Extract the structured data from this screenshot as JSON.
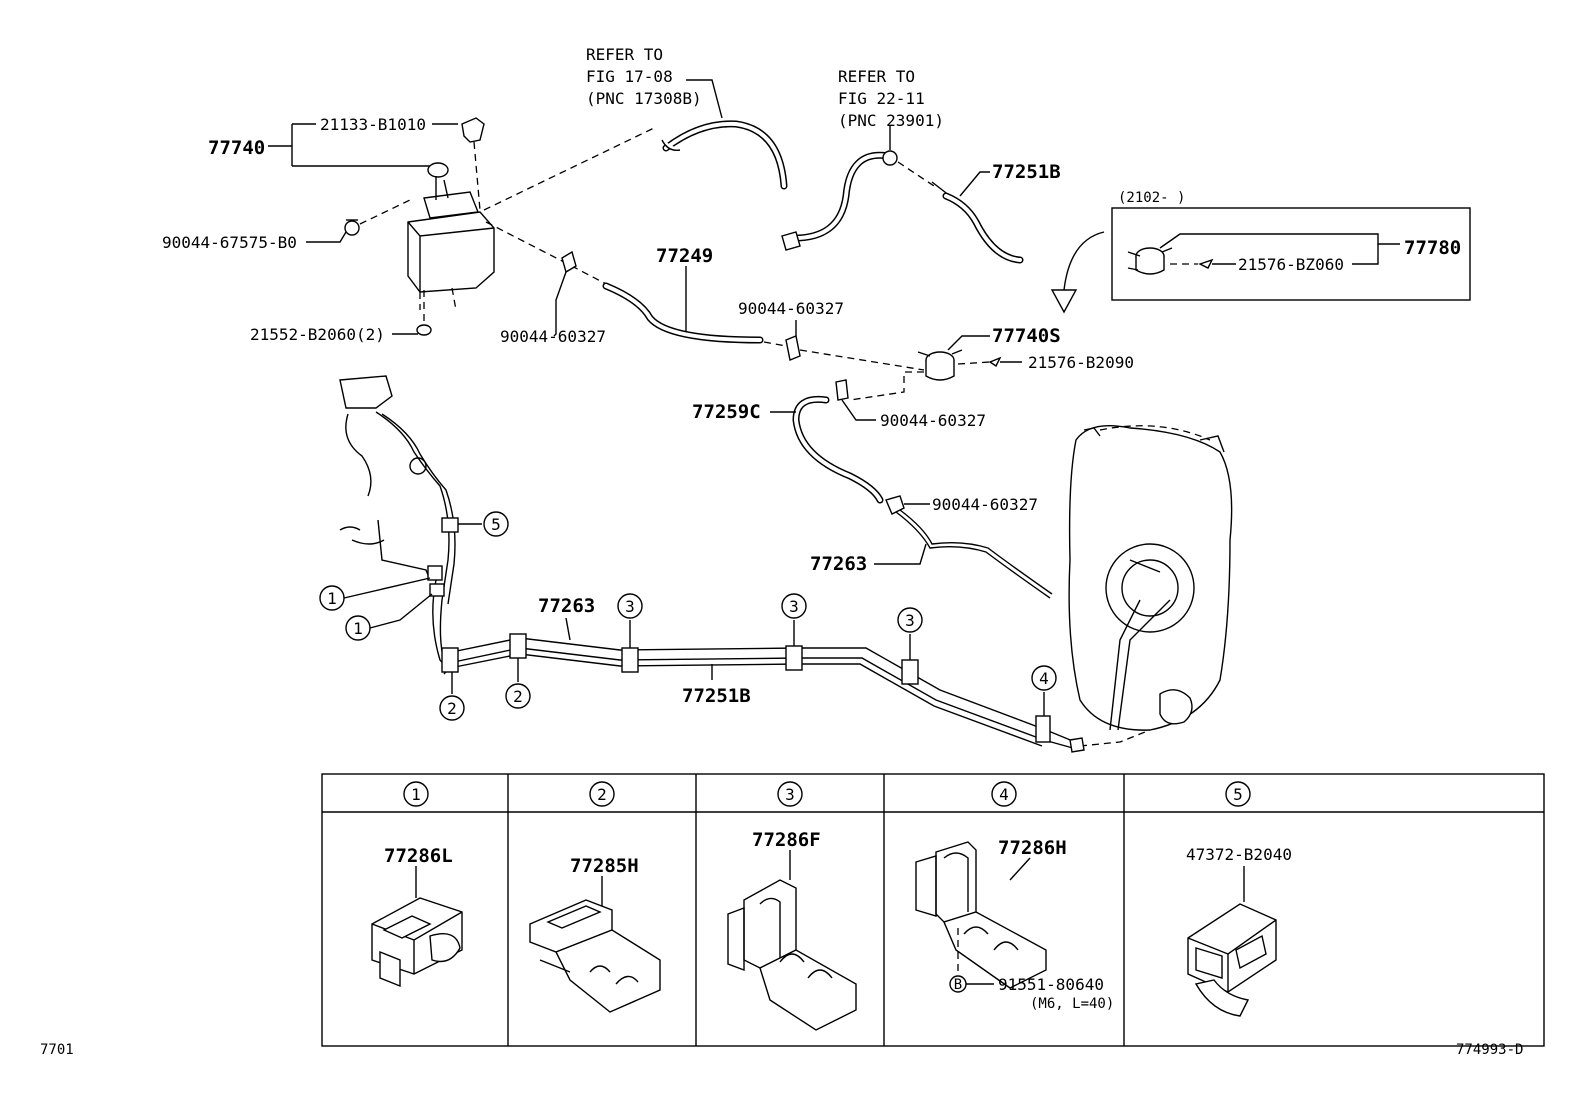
{
  "refer_a": {
    "line1": "REFER TO",
    "line2": "FIG 17-08",
    "line3": "(PNC 17308B)"
  },
  "refer_b": {
    "line1": "REFER TO",
    "line2": "FIG 22-11",
    "line3": "(PNC 23901)"
  },
  "parts": {
    "p77740": "77740",
    "p21133": "21133-B1010",
    "p90044_67575": "90044-67575-B0",
    "p21552": "21552-B2060(2)",
    "p90044_a": "90044-60327",
    "p77249": "77249",
    "p90044_b": "90044-60327",
    "p77251b_top": "77251B",
    "p77740s": "77740S",
    "p21576_b2090": "21576-B2090",
    "p77259c": "77259C",
    "p90044_c": "90044-60327",
    "p90044_d": "90044-60327",
    "p77263_right": "77263",
    "p77263_left": "77263",
    "p77251b_bottom": "77251B"
  },
  "inset": {
    "date": "(2102-      )",
    "part_a": "21576-BZ060",
    "part_b": "77780"
  },
  "callouts": {
    "c1": "1",
    "c2": "2",
    "c3": "3",
    "c4": "4",
    "c5": "5"
  },
  "table": {
    "cols": [
      {
        "num": "1",
        "part": "77286L"
      },
      {
        "num": "2",
        "part": "77285H"
      },
      {
        "num": "3",
        "part": "77286F"
      },
      {
        "num": "4",
        "part": "77286H",
        "bolt_mark": "B",
        "bolt": "91551-80640",
        "bolt_spec": "(M6, L=40)"
      },
      {
        "num": "5",
        "part": "47372-B2040"
      }
    ]
  },
  "footer": {
    "left": "7701",
    "right": "774993-D"
  }
}
